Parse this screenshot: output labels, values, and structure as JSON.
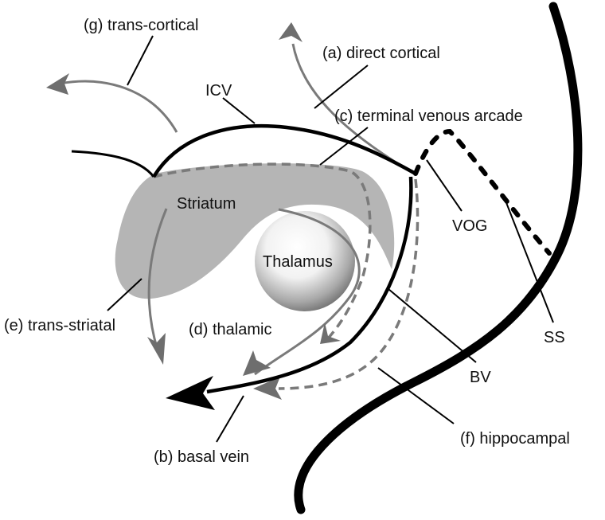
{
  "title": "Deep venous drainage pathways diagram",
  "colors": {
    "vein_black": "#000000",
    "pathway_gray": "#7a7a7a",
    "striatum_fill": "#b5b5b5",
    "background": "#ffffff"
  },
  "structures": {
    "striatum": "Striatum",
    "thalamus": "Thalamus"
  },
  "vessels": {
    "icv": "ICV",
    "vog": "VOG",
    "ss": "SS",
    "bv": "BV"
  },
  "pathways": {
    "a": "(a) direct cortical",
    "b": "(b) basal vein",
    "c": "(c) terminal venous arcade",
    "d": "(d) thalamic",
    "e": "(e) trans-striatal",
    "f": "(f) hippocampal",
    "g": "(g) trans-cortical"
  }
}
